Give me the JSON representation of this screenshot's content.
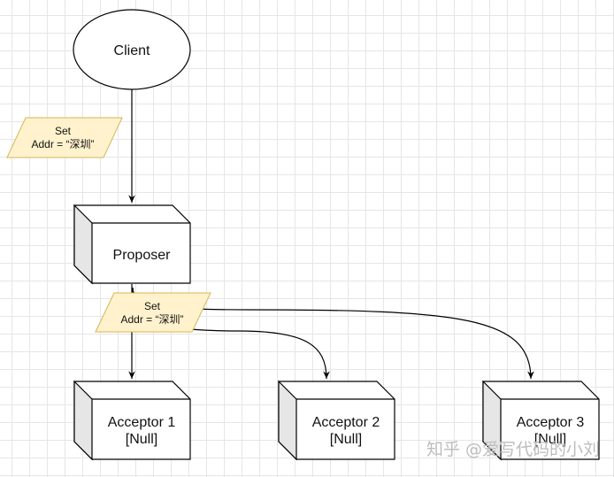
{
  "nodes": {
    "client": {
      "label": "Client"
    },
    "note1": {
      "line1": "Set",
      "line2": "Addr = “深圳”"
    },
    "proposer": {
      "label": "Proposer"
    },
    "note2": {
      "line1": "Set",
      "line2": "Addr = “深圳”"
    },
    "acceptor1": {
      "line1": "Acceptor 1",
      "line2": "[Null]"
    },
    "acceptor2": {
      "line1": "Acceptor 2",
      "line2": "[Null]"
    },
    "acceptor3": {
      "line1": "Acceptor 3",
      "line2": "[Null]"
    }
  },
  "watermark": "知乎 @爱写代码的小刘",
  "colors": {
    "note_fill": "#fff2cc",
    "note_stroke": "#d6b656",
    "box_front": "#ffffff",
    "box_side": "#e6e6e6",
    "stroke": "#000000"
  }
}
